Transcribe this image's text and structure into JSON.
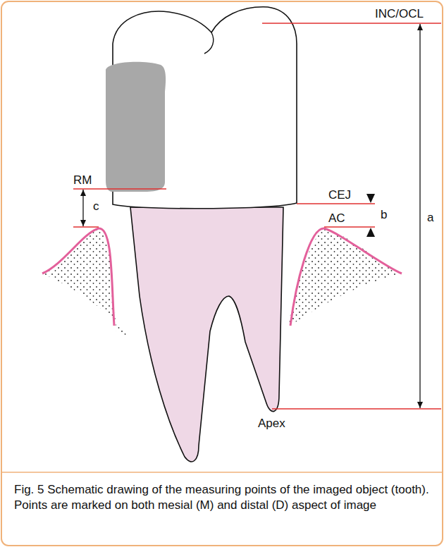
{
  "diagram": {
    "caption": "Fig. 5 Schematic drawing of the measuring points of the imaged object (tooth). Points are marked on both mesial (M) and distal (D) aspect of image",
    "labels": [
      "INC/OCL",
      "RM",
      "c",
      "CEJ",
      "AC",
      "b",
      "a",
      "Apex"
    ]
  }
}
